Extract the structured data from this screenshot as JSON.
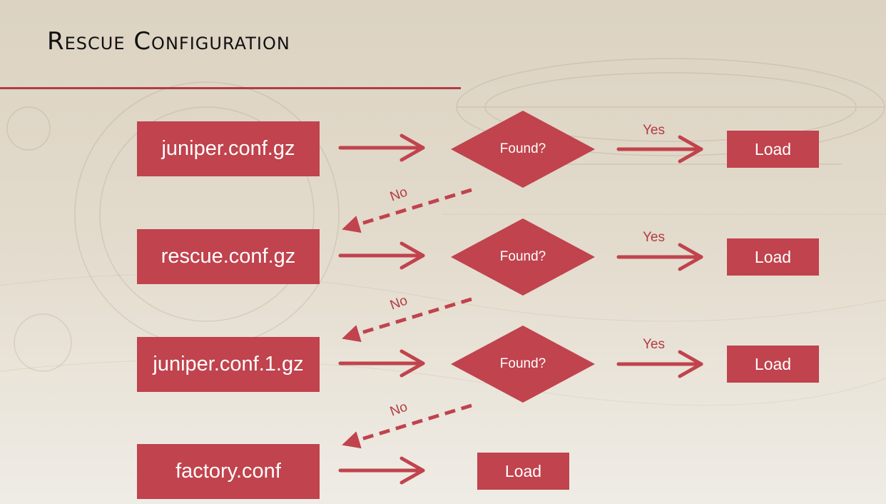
{
  "title": "Rescue Configuration",
  "colors": {
    "accent": "#c0434d",
    "rule": "#b23b44",
    "title": "#111111",
    "background": "#e2dacb"
  },
  "rows": [
    {
      "file": "juniper.conf.gz",
      "decision": "Found?",
      "yes_label": "Yes",
      "action": "Load",
      "no_label": "No"
    },
    {
      "file": "rescue.conf.gz",
      "decision": "Found?",
      "yes_label": "Yes",
      "action": "Load",
      "no_label": "No"
    },
    {
      "file": "juniper.conf.1.gz",
      "decision": "Found?",
      "yes_label": "Yes",
      "action": "Load",
      "no_label": "No"
    },
    {
      "file": "factory.conf",
      "action": "Load"
    }
  ]
}
